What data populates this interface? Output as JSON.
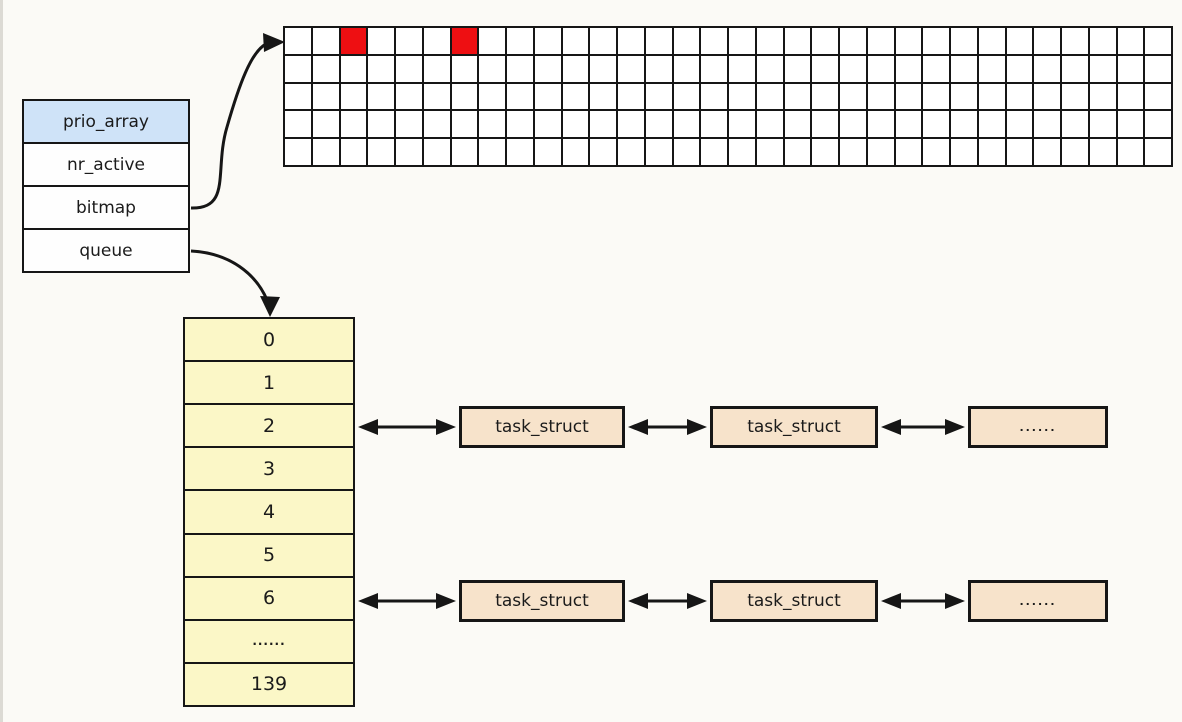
{
  "struct": {
    "title": "prio_array",
    "fields": [
      "nr_active",
      "bitmap",
      "queue"
    ]
  },
  "bitmap": {
    "rows": 5,
    "cols": 32,
    "set_bits": [
      [
        0,
        2
      ],
      [
        0,
        6
      ]
    ],
    "set_color": "#ee0f12",
    "unset_color": "#ffffff"
  },
  "queue": {
    "labels": [
      "0",
      "1",
      "2",
      "3",
      "4",
      "5",
      "6",
      "......",
      "139"
    ]
  },
  "chains": [
    {
      "queue_label": "2",
      "nodes": [
        "task_struct",
        "task_struct",
        "......"
      ]
    },
    {
      "queue_label": "6",
      "nodes": [
        "task_struct",
        "task_struct",
        "......"
      ]
    }
  ],
  "colors": {
    "background": "#fbfaf6",
    "struct_header_blue": "#cfe3f8",
    "queue_yellow": "#fbf7c7",
    "task_peach": "#f7e3cb",
    "line_black": "#161616",
    "bitmap_set_red": "#ee0f12"
  }
}
